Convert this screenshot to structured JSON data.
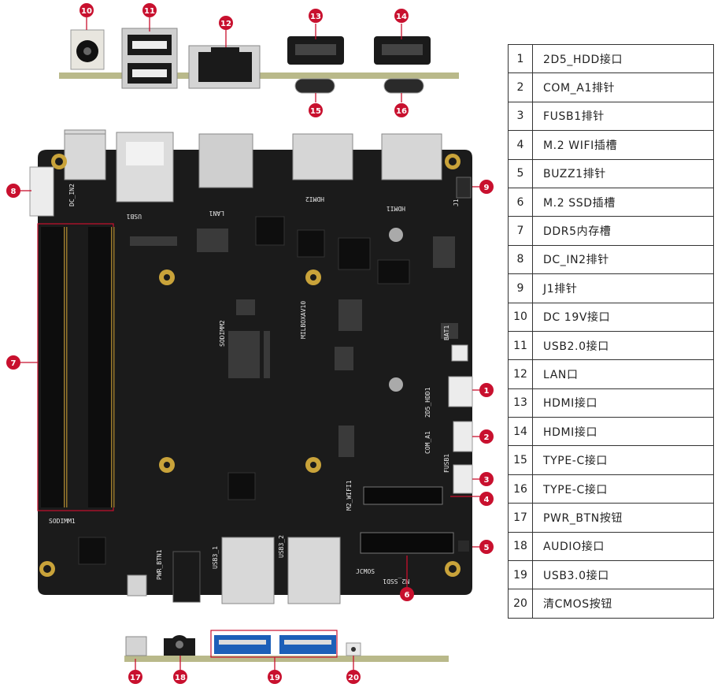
{
  "legend": [
    {
      "num": "1",
      "label": "2D5_HDD接口"
    },
    {
      "num": "2",
      "label": "COM_A1排针"
    },
    {
      "num": "3",
      "label": "FUSB1排针"
    },
    {
      "num": "4",
      "label": "M.2 WIFI插槽"
    },
    {
      "num": "5",
      "label": "BUZZ1排针"
    },
    {
      "num": "6",
      "label": "M.2 SSD插槽"
    },
    {
      "num": "7",
      "label": "DDR5内存槽"
    },
    {
      "num": "8",
      "label": "DC_IN2排针"
    },
    {
      "num": "9",
      "label": "J1排针"
    },
    {
      "num": "10",
      "label": "DC 19V接口"
    },
    {
      "num": "11",
      "label": "USB2.0接口"
    },
    {
      "num": "12",
      "label": "LAN口"
    },
    {
      "num": "13",
      "label": "HDMI接口"
    },
    {
      "num": "14",
      "label": "HDMI接口"
    },
    {
      "num": "15",
      "label": "TYPE-C接口"
    },
    {
      "num": "16",
      "label": "TYPE-C接口"
    },
    {
      "num": "17",
      "label": "PWR_BTN按钮"
    },
    {
      "num": "18",
      "label": "AUDIO接口"
    },
    {
      "num": "19",
      "label": "USB3.0接口"
    },
    {
      "num": "20",
      "label": "清CMOS按钮"
    }
  ],
  "markers": [
    "1",
    "2",
    "3",
    "4",
    "5",
    "6",
    "7",
    "8",
    "9",
    "10",
    "11",
    "12",
    "13",
    "14",
    "15",
    "16",
    "17",
    "18",
    "19",
    "20"
  ],
  "board_text": {
    "sodimm2": "SODIMM2",
    "sodimm1": "SODIMM1",
    "model": "MILBOXAV10",
    "usb3_1": "USB3_1",
    "usb3_2": "USB3_2",
    "m2_wifi": "M2_WIFI1",
    "m2_ssd": "M2_SSD1",
    "hdd": "2D5_HDD1",
    "com": "COM_A1",
    "fusb": "FUSB1",
    "pwr": "PWR_BTN1",
    "bat": "BAT1",
    "hdmi1": "HDMI1",
    "hdmi2": "HDMI2",
    "lan": "LAN1",
    "usb1": "USB1",
    "dcin": "DC_IN2",
    "j1": "J1",
    "jcmos": "JCMOS"
  },
  "colors": {
    "marker": "#c8102e",
    "pcb": "#1b1b1b",
    "gold": "#c9a33a",
    "rail": "#b9b98a"
  }
}
